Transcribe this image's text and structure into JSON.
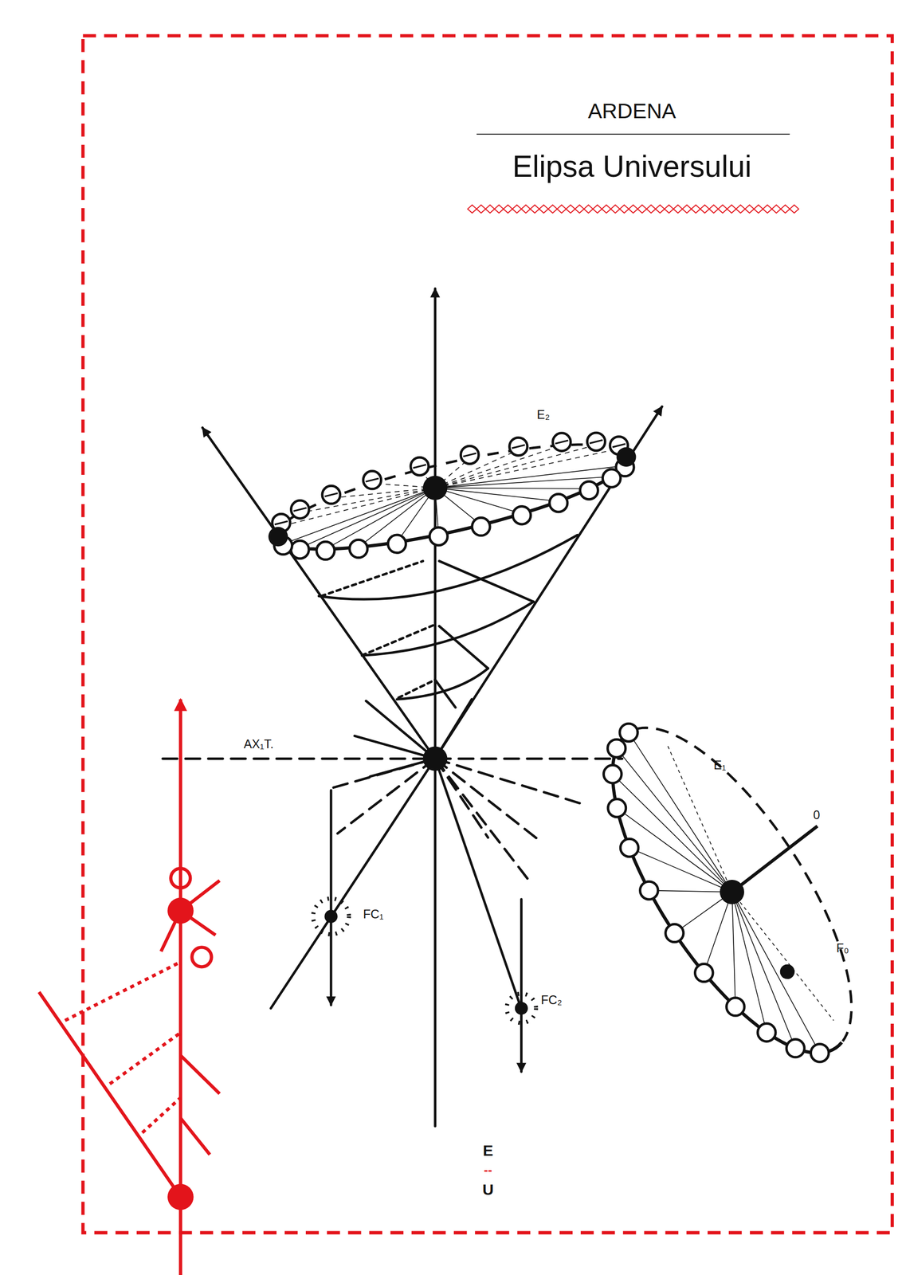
{
  "diagram": {
    "title": "Elipsa Universului",
    "labels": [
      "ARDENA",
      "E₂",
      "AX₁T.",
      "E₁",
      "0",
      "F₀",
      "FC₁",
      "FC₂",
      "E",
      "--",
      "U"
    ]
  }
}
